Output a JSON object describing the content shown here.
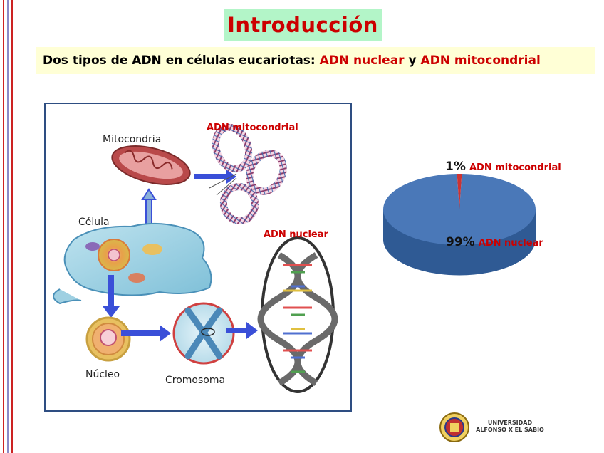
{
  "slide": {
    "title": "Introducción",
    "subtitle": {
      "part1": "Dos tipos de ADN en células eucariotas: ",
      "part2": "ADN nuclear",
      "part3": " y ",
      "part4": "ADN mitocondrial"
    }
  },
  "diagram": {
    "labels": {
      "mitocondria": "Mitocondria",
      "adn_mitocondrial": "ADN mitocondrial",
      "celula": "Célula",
      "adn_nuclear": "ADN nuclear",
      "nucleo": "Núcleo",
      "cromosoma": "Cromosoma"
    }
  },
  "chart_data": {
    "type": "pie",
    "slices": [
      {
        "label": "ADN mitocondrial",
        "value": 1,
        "pct_label": "1%"
      },
      {
        "label": "ADN nuclear",
        "value": 99,
        "pct_label": "99%"
      }
    ],
    "colors": {
      "nuclear": "#4a78b8",
      "mitocondrial": "#cc3333"
    },
    "style": "3d"
  },
  "logo": {
    "line1": "UNIVERSIDAD",
    "line2": "ALFONSO X EL SABIO"
  },
  "colors": {
    "title_bg": "#b3f5c8",
    "subtitle_bg": "#ffffd6",
    "accent_red": "#cc0000",
    "frame_border": "#2e4e82"
  }
}
